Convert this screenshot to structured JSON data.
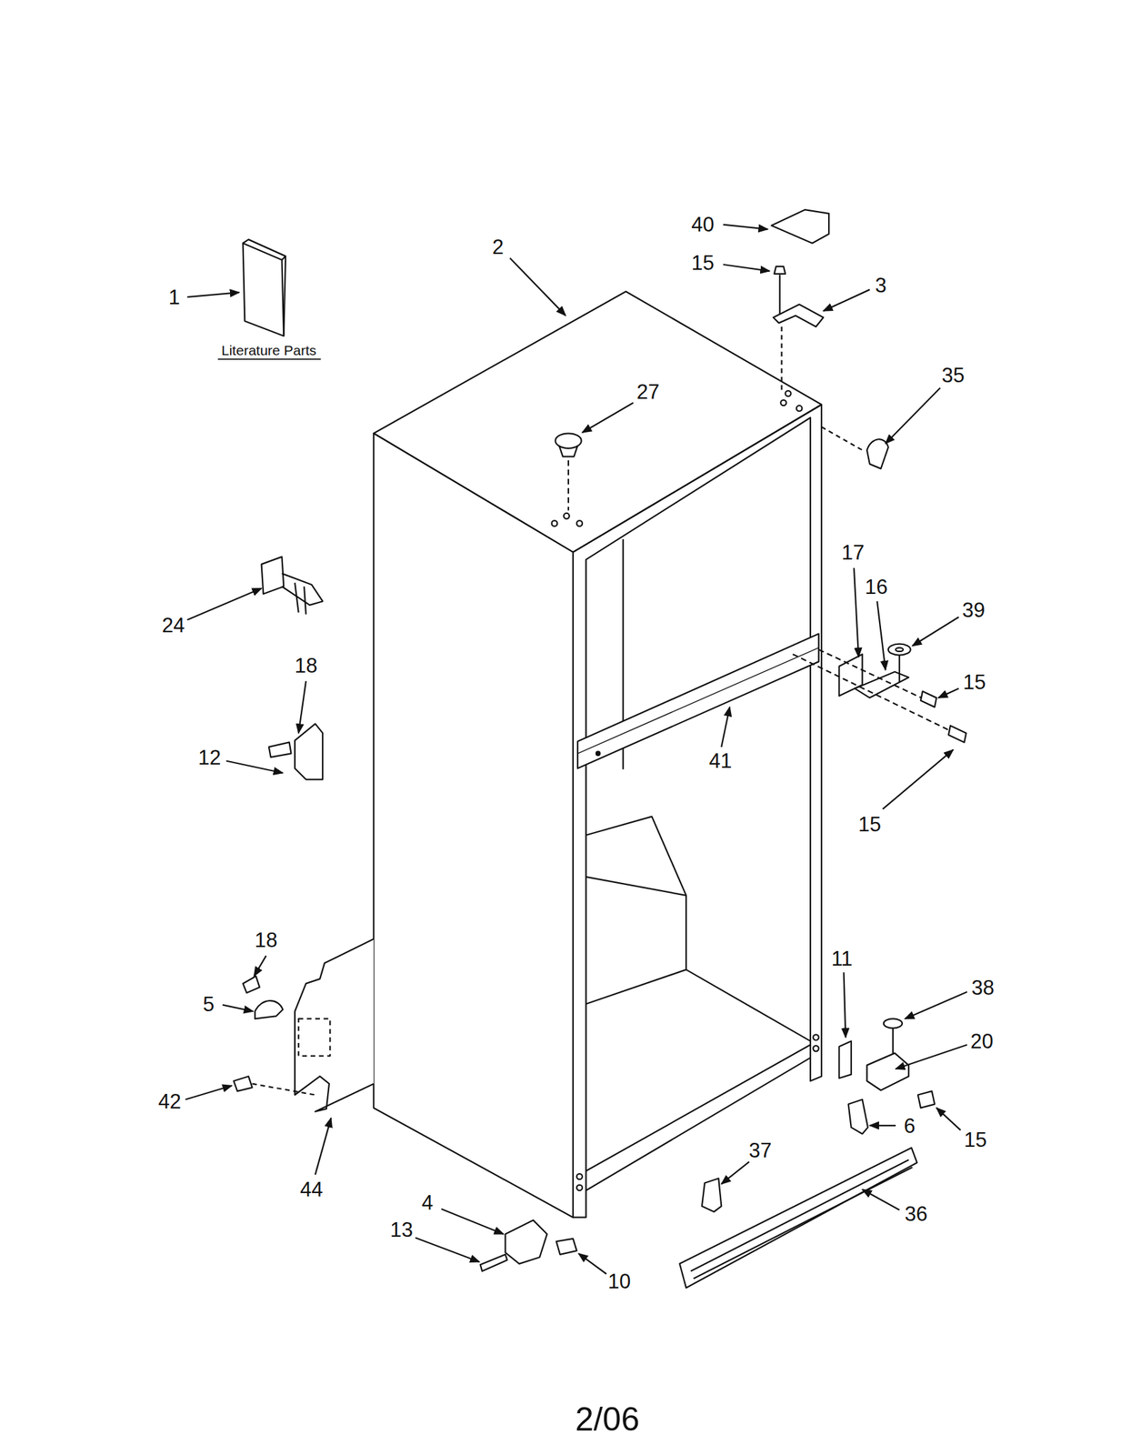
{
  "diagram": {
    "labels": [
      "1",
      "Literature Parts",
      "2",
      "40",
      "15",
      "3",
      "35",
      "27",
      "17",
      "16",
      "39",
      "24",
      "18",
      "15",
      "12",
      "41",
      "15",
      "11",
      "38",
      "18",
      "20",
      "5",
      "42",
      "15",
      "6",
      "44",
      "37",
      "36",
      "4",
      "13",
      "10",
      "2/06"
    ]
  }
}
